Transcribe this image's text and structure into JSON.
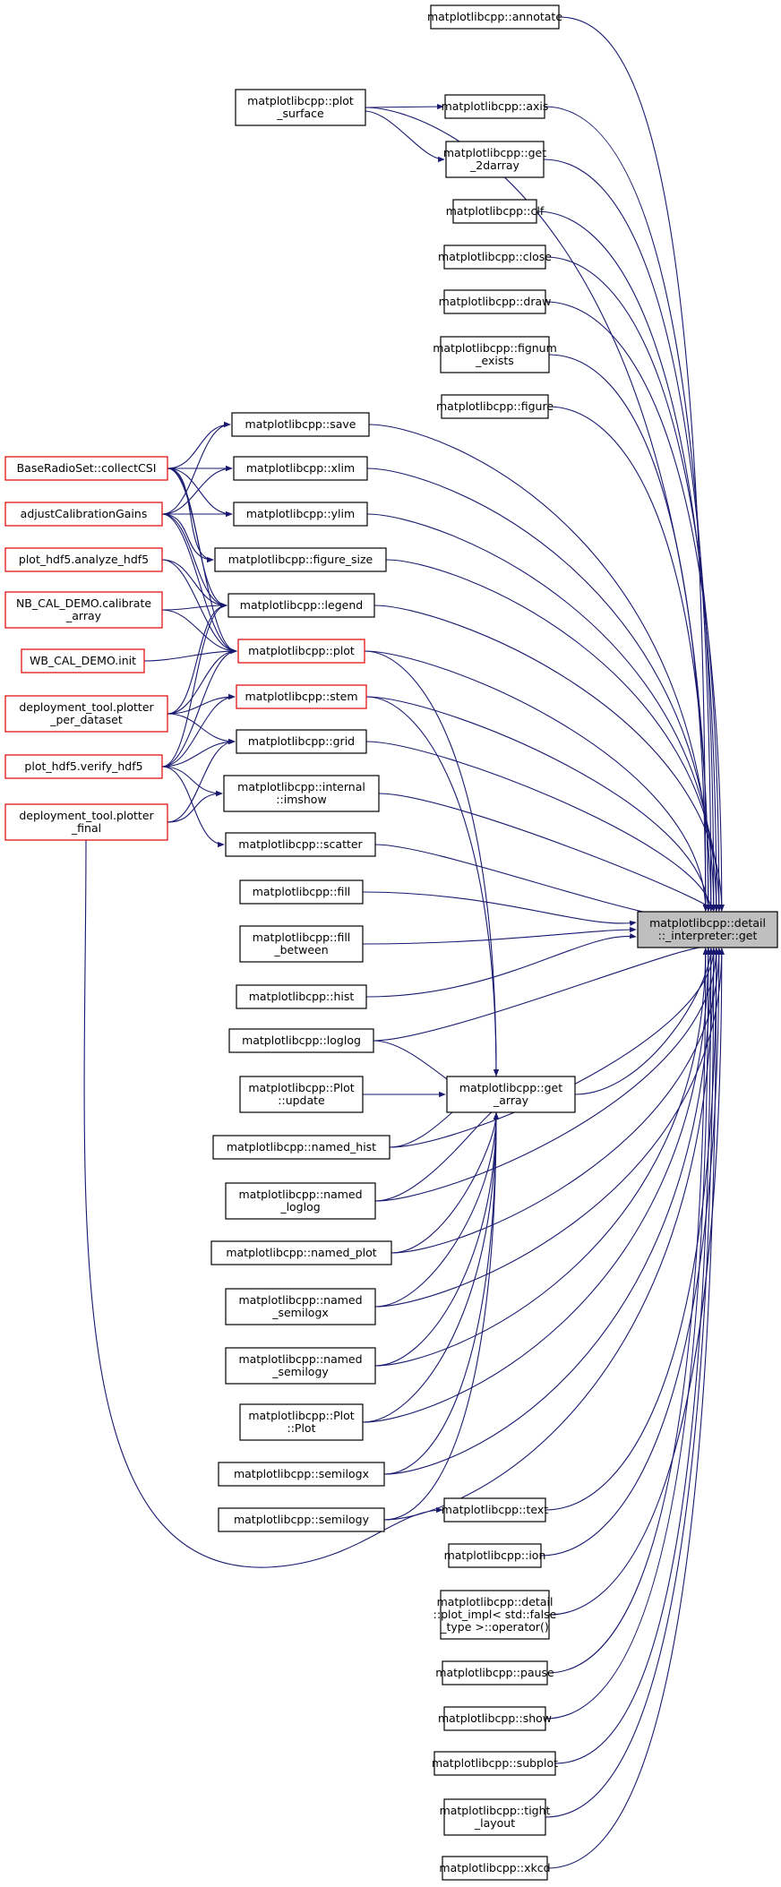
{
  "nodes": {
    "target": [
      "matplotlibcpp::detail",
      "::_interpreter::get"
    ],
    "annotate": [
      "matplotlibcpp::annotate"
    ],
    "plot_surface": [
      "matplotlibcpp::plot",
      "_surface"
    ],
    "axis": [
      "matplotlibcpp::axis"
    ],
    "get_2darray": [
      "matplotlibcpp::get",
      "_2darray"
    ],
    "clf": [
      "matplotlibcpp::clf"
    ],
    "close": [
      "matplotlibcpp::close"
    ],
    "draw": [
      "matplotlibcpp::draw"
    ],
    "fignum_exists": [
      "matplotlibcpp::fignum",
      "_exists"
    ],
    "figure": [
      "matplotlibcpp::figure"
    ],
    "save": [
      "matplotlibcpp::save"
    ],
    "collectCSI": [
      "BaseRadioSet::collectCSI"
    ],
    "xlim": [
      "matplotlibcpp::xlim"
    ],
    "adjustCal": [
      "adjustCalibrationGains"
    ],
    "ylim": [
      "matplotlibcpp::ylim"
    ],
    "analyze_hdf5": [
      "plot_hdf5.analyze_hdf5"
    ],
    "figure_size": [
      "matplotlibcpp::figure_size"
    ],
    "nb_cal": [
      "NB_CAL_DEMO.calibrate",
      "_array"
    ],
    "legend": [
      "matplotlibcpp::legend"
    ],
    "wb_cal": [
      "WB_CAL_DEMO.init"
    ],
    "plot": [
      "matplotlibcpp::plot"
    ],
    "plotter_per_dataset": [
      "deployment_tool.plotter",
      "_per_dataset"
    ],
    "stem": [
      "matplotlibcpp::stem"
    ],
    "grid": [
      "matplotlibcpp::grid"
    ],
    "verify_hdf5": [
      "plot_hdf5.verify_hdf5"
    ],
    "imshow": [
      "matplotlibcpp::internal",
      "::imshow"
    ],
    "plotter_final": [
      "deployment_tool.plotter",
      "_final"
    ],
    "scatter": [
      "matplotlibcpp::scatter"
    ],
    "fill": [
      "matplotlibcpp::fill"
    ],
    "fill_between": [
      "matplotlibcpp::fill",
      "_between"
    ],
    "hist": [
      "matplotlibcpp::hist"
    ],
    "loglog": [
      "matplotlibcpp::loglog"
    ],
    "plot_update": [
      "matplotlibcpp::Plot",
      "::update"
    ],
    "get_array": [
      "matplotlibcpp::get",
      "_array"
    ],
    "named_hist": [
      "matplotlibcpp::named_hist"
    ],
    "named_loglog": [
      "matplotlibcpp::named",
      "_loglog"
    ],
    "named_plot": [
      "matplotlibcpp::named_plot"
    ],
    "named_semilogx": [
      "matplotlibcpp::named",
      "_semilogx"
    ],
    "named_semilogy": [
      "matplotlibcpp::named",
      "_semilogy"
    ],
    "plot_plot": [
      "matplotlibcpp::Plot",
      "::Plot"
    ],
    "semilogx": [
      "matplotlibcpp::semilogx"
    ],
    "semilogy": [
      "matplotlibcpp::semilogy"
    ],
    "text": [
      "matplotlibcpp::text"
    ],
    "ion": [
      "matplotlibcpp::ion"
    ],
    "plot_impl": [
      "matplotlibcpp::detail",
      "::plot_impl< std::false",
      "_type >::operator()"
    ],
    "pause": [
      "matplotlibcpp::pause"
    ],
    "show": [
      "matplotlibcpp::show"
    ],
    "subplot": [
      "matplotlibcpp::subplot"
    ],
    "tight_layout": [
      "matplotlibcpp::tight",
      "_layout"
    ],
    "xkcd": [
      "matplotlibcpp::xkcd"
    ]
  },
  "colors": {
    "edge": "#191970",
    "node_border": "#000000",
    "highlight_border": "#e00000",
    "target_fill": "#bfbfbf"
  }
}
